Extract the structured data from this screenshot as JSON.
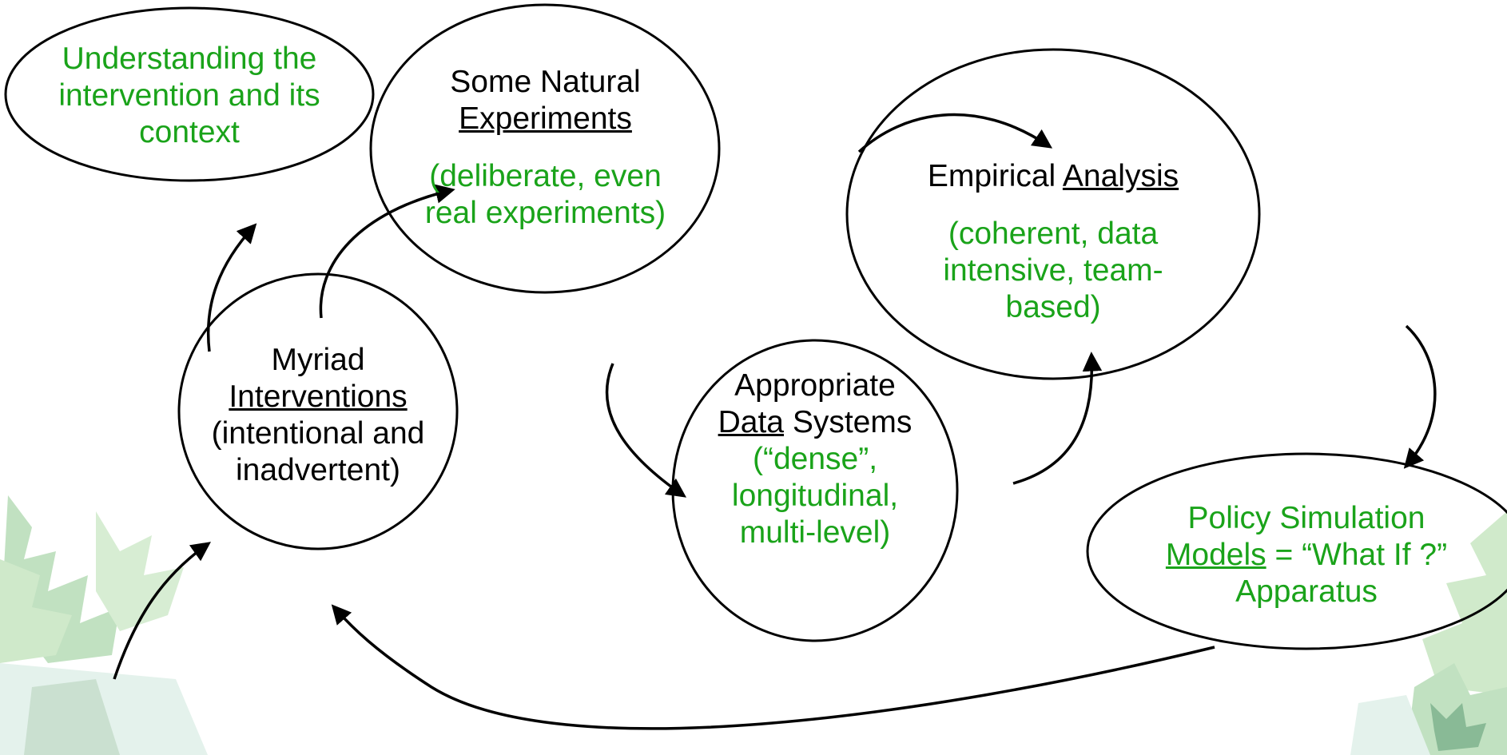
{
  "colors": {
    "black": "#000000",
    "green": "#1aa31a",
    "leaf": "#8fc98f"
  },
  "nodes": {
    "understanding": {
      "line1": "Understanding the",
      "line2": "intervention and its",
      "line3": "context"
    },
    "natural": {
      "title1": "Some Natural",
      "title2": "Experiments",
      "sub1": "(deliberate, even",
      "sub2": "real experiments)"
    },
    "empirical": {
      "title_plain": "Empirical ",
      "title_u": "Analysis",
      "sub1": "(coherent, data",
      "sub2": "intensive, team-",
      "sub3": "based)"
    },
    "myriad": {
      "line1": "Myriad",
      "line2": "Interventions",
      "line3": "(intentional and",
      "line4": "inadvertent)"
    },
    "data_systems": {
      "line1": "Appropriate",
      "line2_u": "Data",
      "line2_rest": " Systems",
      "sub1": "(“dense”,",
      "sub2": "longitudinal,",
      "sub3": "multi-level)"
    },
    "policy": {
      "line1": "Policy Simulation",
      "line2_u": "Models",
      "line2_rest": " = “What If ?”",
      "line3": "Apparatus"
    }
  },
  "icons": [
    "leaf-icon"
  ]
}
